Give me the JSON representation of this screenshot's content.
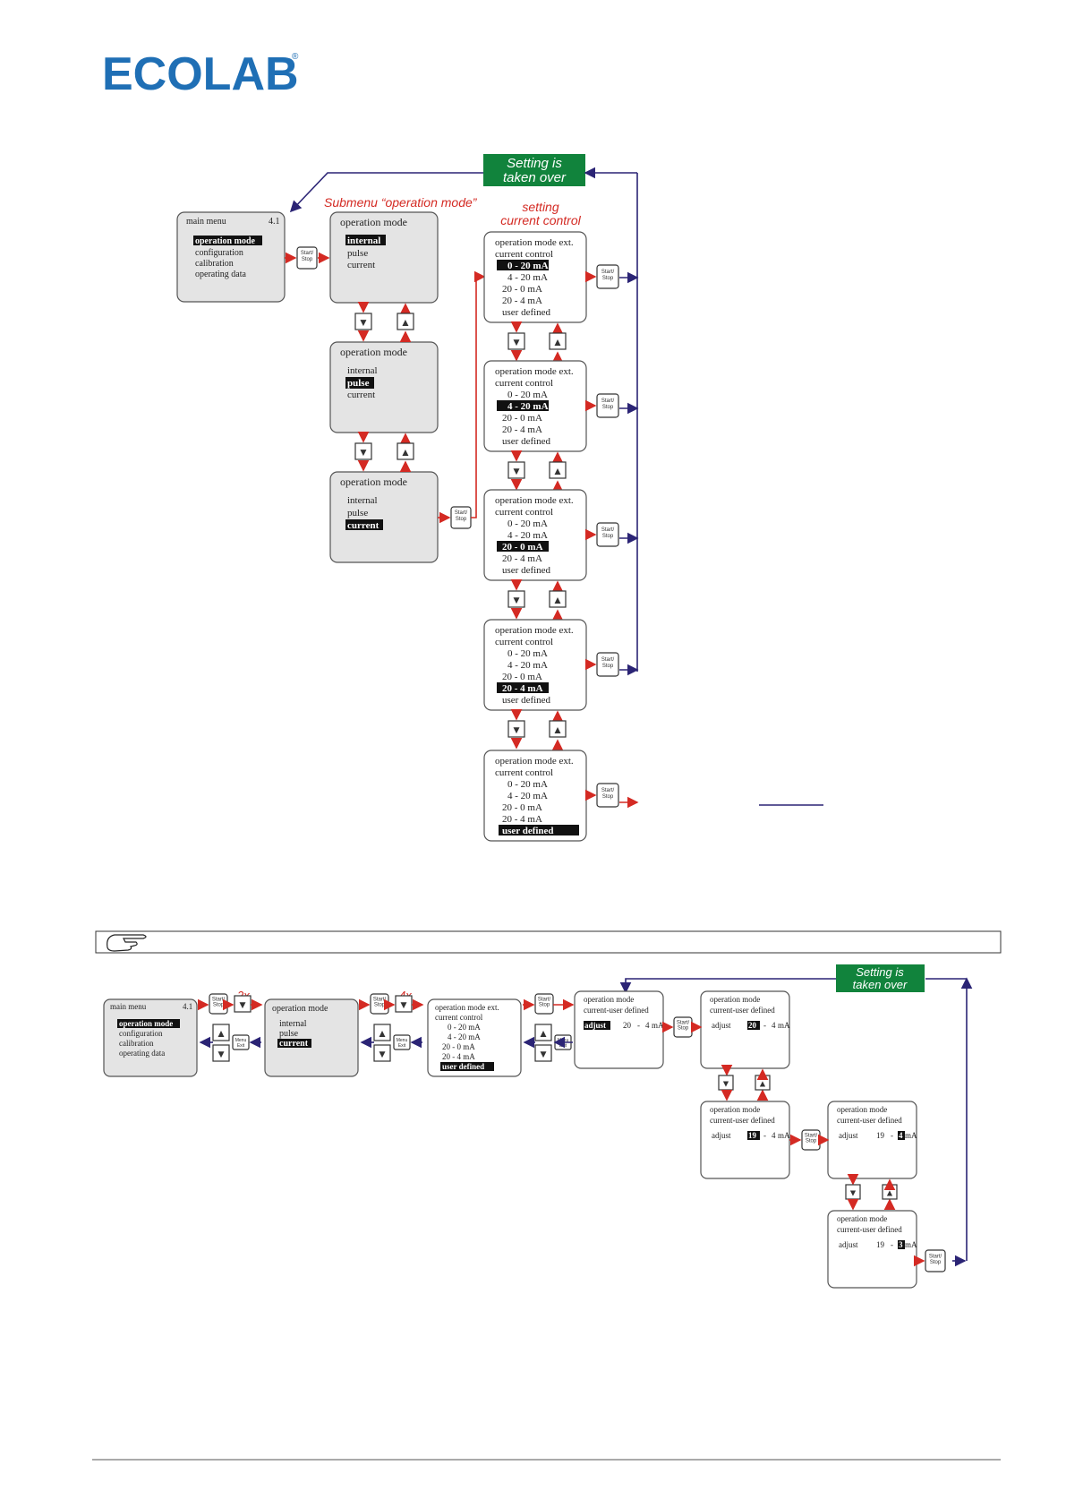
{
  "brand": {
    "name": "ECOLAB",
    "registered": "®",
    "color": "#1f6fb5"
  },
  "labels": {
    "setting_taken_over_1": "Setting is",
    "setting_taken_over_2": "taken over",
    "submenu_title": "Submenu “operation mode”",
    "setting_label_1": "setting",
    "setting_label_2": "current control",
    "count_2x": "2x",
    "count_4x": "4x"
  },
  "keys": {
    "start_1": "Start/",
    "start_2": "Stop",
    "menu_1": "Menu",
    "menu_2": "Exit",
    "up": "▲",
    "down": "▼"
  },
  "main_menu": {
    "title": "main menu",
    "number": "4.1",
    "items": [
      "operation mode",
      "configuration",
      "calibration",
      "operating data"
    ]
  },
  "op_mode": {
    "title": "operation mode",
    "items": [
      "internal",
      "pulse",
      "current"
    ]
  },
  "ext": {
    "title_1": "operation mode ext.",
    "title_2": "current control",
    "items": [
      "0 - 20 mA",
      "4 - 20 mA",
      "20 -   0 mA",
      "20 -   4 mA",
      "user defined"
    ]
  },
  "user_def": {
    "title_1": "operation mode",
    "title_2": "current-user defined",
    "adjust": "adjust",
    "from": "20",
    "dash": "-",
    "to": "4",
    "unit": "mA",
    "from_2": "19",
    "to_2": "3",
    "from_2b": "19",
    "to_2b": "4"
  },
  "colors": {
    "arrow_red": "#d42a23",
    "arrow_blue": "#2b2475",
    "green": "#11833c"
  }
}
